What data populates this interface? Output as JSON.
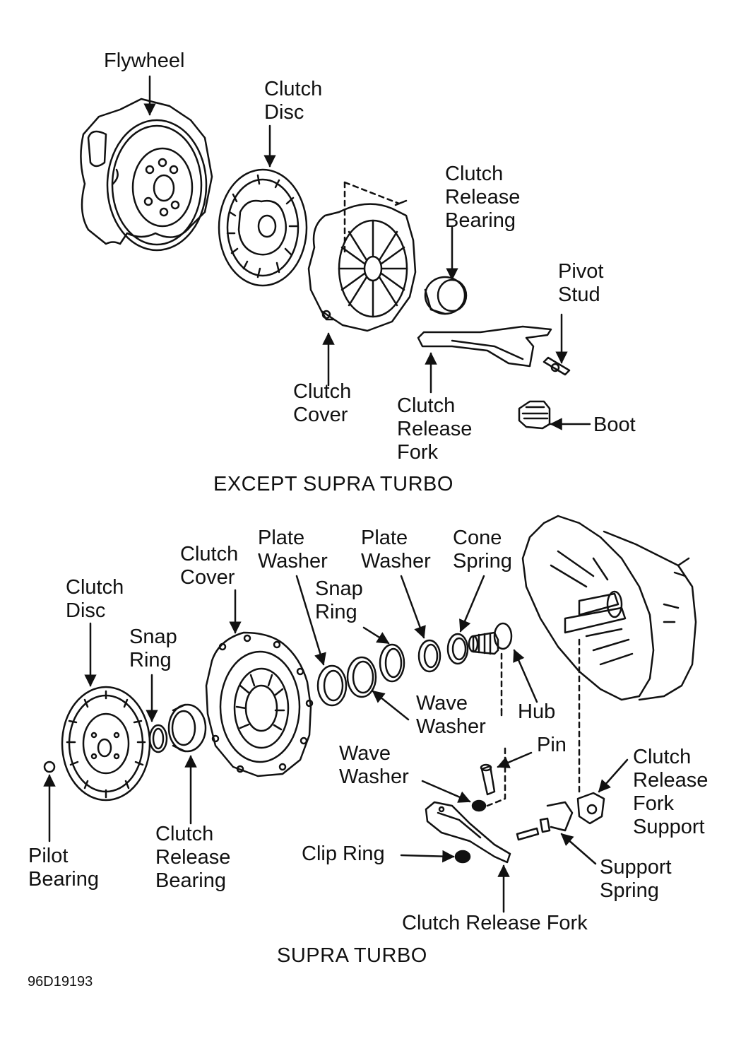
{
  "top": {
    "caption": "EXCEPT SUPRA TURBO",
    "labels": {
      "flywheel": [
        "Flywheel"
      ],
      "clutch_disc": [
        "Clutch",
        "Disc"
      ],
      "release_bearing": [
        "Clutch",
        "Release",
        "Bearing"
      ],
      "pivot_stud": [
        "Pivot",
        "Stud"
      ],
      "clutch_cover": [
        "Clutch",
        "Cover"
      ],
      "release_fork": [
        "Clutch",
        "Release",
        "Fork"
      ],
      "boot": [
        "Boot"
      ]
    }
  },
  "bottom": {
    "caption": "SUPRA TURBO",
    "labels": {
      "clutch_disc": [
        "Clutch",
        "Disc"
      ],
      "clutch_cover": [
        "Clutch",
        "Cover"
      ],
      "plate_washer_1": [
        "Plate",
        "Washer"
      ],
      "snap_ring_1": [
        "Snap",
        "Ring"
      ],
      "plate_washer_2": [
        "Plate",
        "Washer"
      ],
      "cone_spring": [
        "Cone",
        "Spring"
      ],
      "snap_ring_2": [
        "Snap",
        "Ring"
      ],
      "wave_washer_1": [
        "Wave",
        "Washer"
      ],
      "hub": [
        "Hub"
      ],
      "pin": [
        "Pin"
      ],
      "wave_washer_2": [
        "Wave",
        "Washer"
      ],
      "fork_support": [
        "Clutch",
        "Release",
        "Fork",
        "Support"
      ],
      "pilot_bearing": [
        "Pilot",
        "Bearing"
      ],
      "release_bearing": [
        "Clutch",
        "Release",
        "Bearing"
      ],
      "clip_ring": [
        "Clip Ring"
      ],
      "support_spring": [
        "Support",
        "Spring"
      ],
      "release_fork": [
        "Clutch Release Fork"
      ]
    }
  },
  "figure_id": "96D19193"
}
